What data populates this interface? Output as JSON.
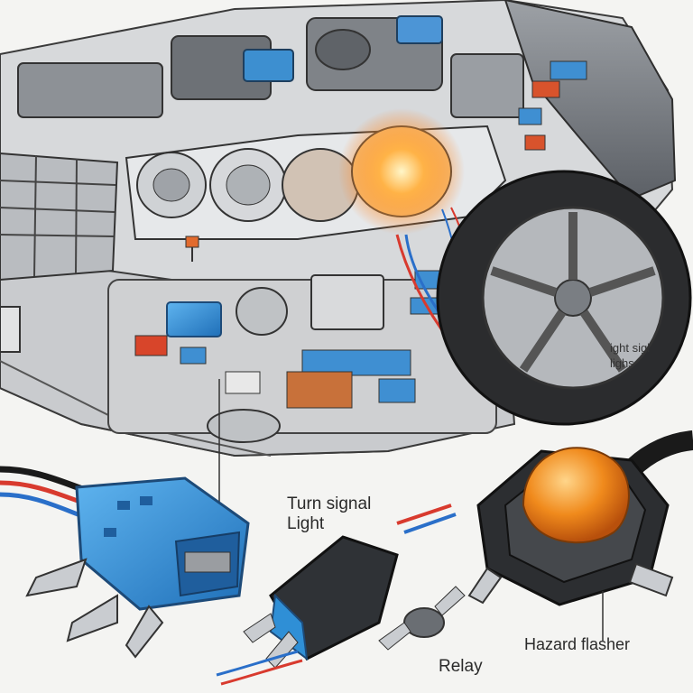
{
  "labels": {
    "turn_signal_line1": "Turn signal",
    "turn_signal_line2": "Light",
    "relay": "Relay",
    "hazard_flasher": "Hazard flasher",
    "side_line1": "ight sigl",
    "side_line2": "lighs"
  },
  "colors": {
    "background": "#f4f4f2",
    "car_body": "#7b7f85",
    "turn_glow": "#ff8a1c",
    "connector_blue": "#2f8fd6",
    "hazard_amber": "#e8891a",
    "wire_red": "#d83a2e",
    "wire_blue": "#2a6fc9"
  }
}
